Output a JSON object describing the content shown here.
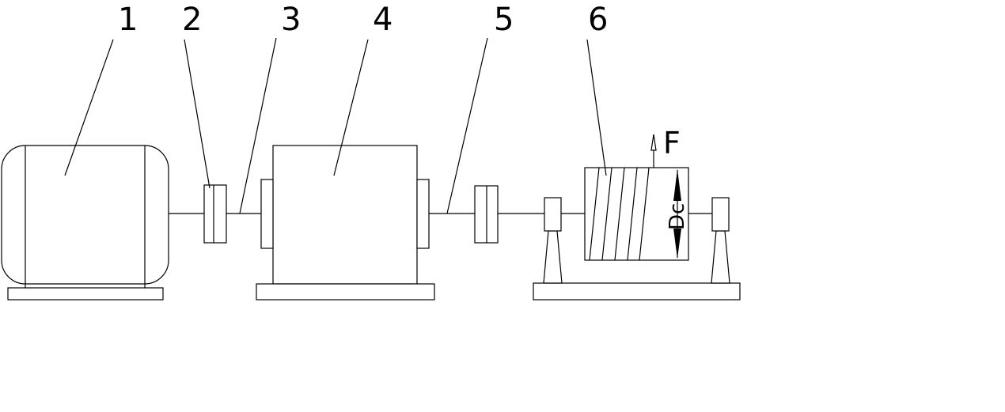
{
  "callouts": [
    {
      "id": "1",
      "text": "1"
    },
    {
      "id": "2",
      "text": "2"
    },
    {
      "id": "3",
      "text": "3"
    },
    {
      "id": "4",
      "text": "4"
    },
    {
      "id": "5",
      "text": "5"
    },
    {
      "id": "6",
      "text": "6"
    }
  ],
  "force_label": "F",
  "diameter_label": "Dc",
  "colors": {
    "line": "#000000",
    "background": "#ffffff"
  }
}
